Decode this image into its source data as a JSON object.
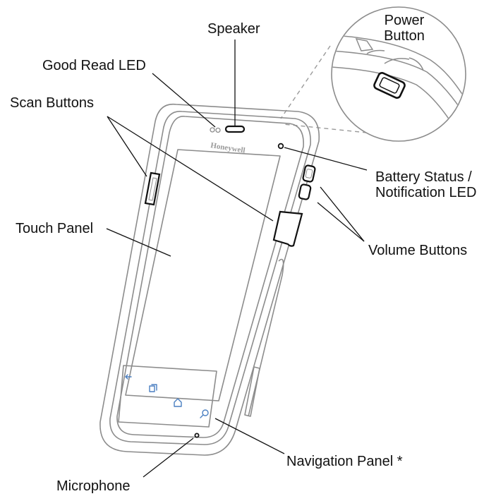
{
  "callouts": {
    "speaker": "Speaker",
    "power_button": [
      "Power",
      "Button"
    ],
    "good_read_led": "Good Read LED",
    "scan_buttons": "Scan Buttons",
    "battery_status": [
      "Battery Status /",
      "Notification LED"
    ],
    "touch_panel": "Touch Panel",
    "volume_buttons": "Volume Buttons",
    "navigation_panel": "Navigation Panel *",
    "microphone": "Microphone"
  },
  "device": {
    "brand": "Honeywell"
  },
  "colors": {
    "outline": "#8c8c8c",
    "leader": "#111111",
    "zoom_dash": "#9a9a9a",
    "nav_icon": "#4a7fc1"
  },
  "icons": [
    "back-icon",
    "recent-apps-icon",
    "home-icon",
    "search-icon"
  ]
}
